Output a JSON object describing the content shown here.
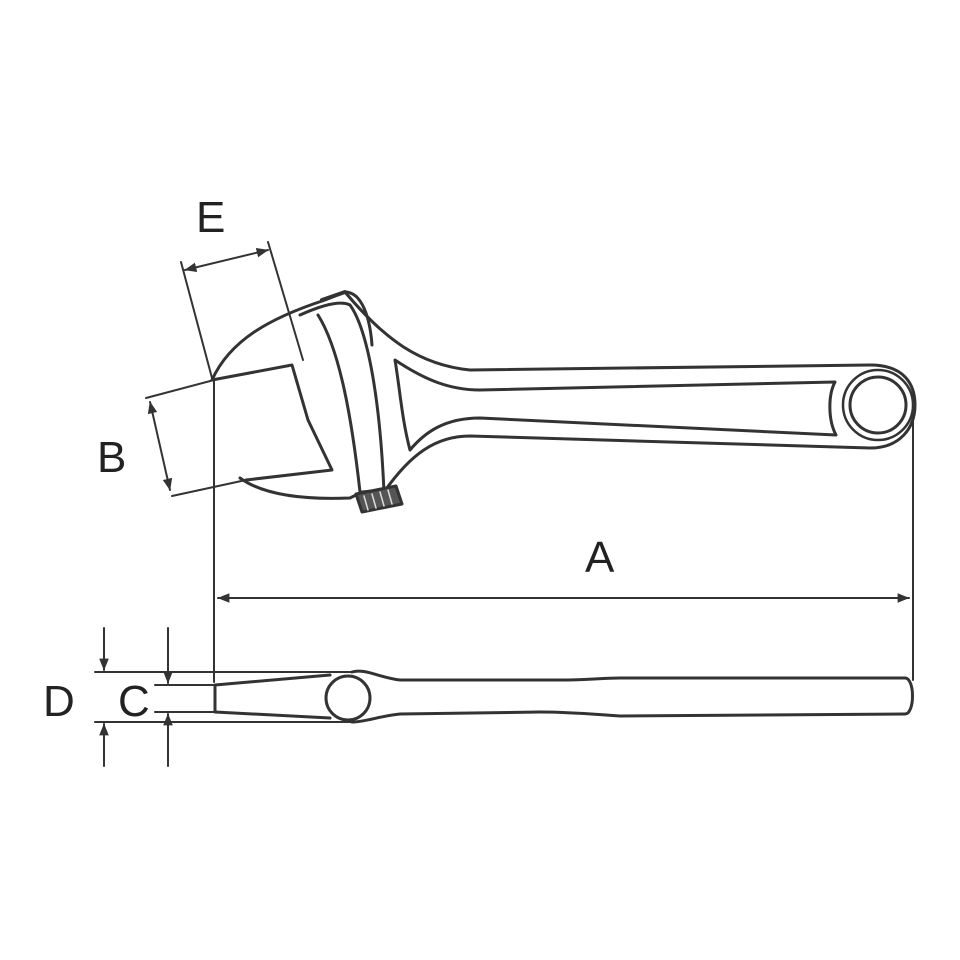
{
  "diagram": {
    "labels": {
      "A": "A",
      "B": "B",
      "C": "C",
      "D": "D",
      "E": "E"
    },
    "colors": {
      "stroke": "#333333",
      "background": "#ffffff",
      "knurl": "#555555"
    },
    "icons": {
      "tool": "adjustable-wrench-icon"
    }
  }
}
